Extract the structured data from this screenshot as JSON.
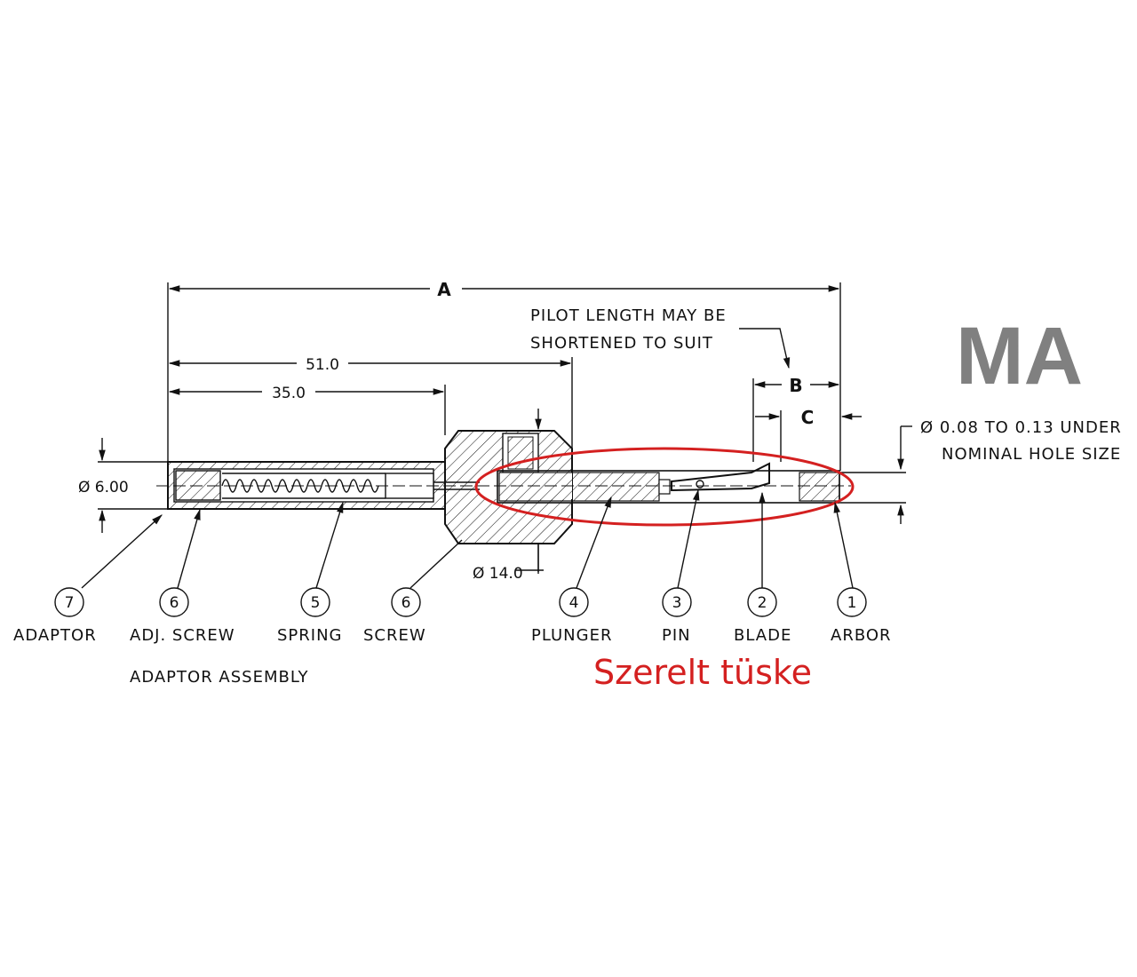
{
  "dimensions": {
    "a": "A",
    "b": "B",
    "c": "C",
    "d51": "51.0",
    "d35": "35.0",
    "dia6": "Ø 6.00",
    "dia14": "Ø 14.0"
  },
  "notes": {
    "pilot_line1": "PILOT LENGTH MAY BE",
    "pilot_line2": "SHORTENED TO SUIT",
    "hole_line1": "Ø  0.08  TO  0.13  UNDER",
    "hole_line2": "NOMINAL  HOLE  SIZE"
  },
  "watermark": "MA",
  "callouts": [
    {
      "num": "7",
      "label": "ADAPTOR"
    },
    {
      "num": "6",
      "label": "ADJ. SCREW"
    },
    {
      "num": "5",
      "label": "SPRING"
    },
    {
      "num": "6",
      "label": "SCREW"
    },
    {
      "num": "4",
      "label": "PLUNGER"
    },
    {
      "num": "3",
      "label": "PIN"
    },
    {
      "num": "2",
      "label": "BLADE"
    },
    {
      "num": "1",
      "label": "ARBOR"
    }
  ],
  "assembly_label": "ADAPTOR ASSEMBLY",
  "annotation": "Szerelt tüske",
  "colors": {
    "line": "#111111",
    "annotation": "#d42020",
    "watermark": "#808080"
  }
}
